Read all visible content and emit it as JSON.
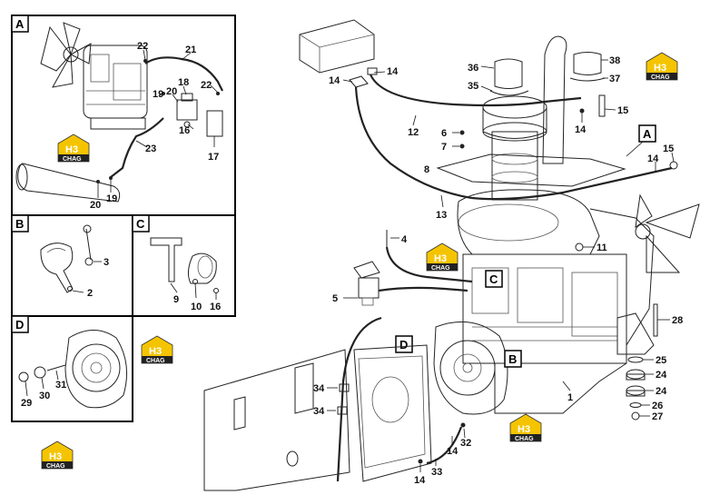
{
  "panels": [
    {
      "id": "A",
      "letter": "A"
    },
    {
      "id": "B",
      "letter": "B"
    },
    {
      "id": "C",
      "letter": "C"
    },
    {
      "id": "D",
      "letter": "D"
    }
  ],
  "callouts": {
    "A": "A",
    "B": "B",
    "C": "C",
    "D": "D"
  },
  "labels": {
    "a_22a": "22",
    "a_21": "21",
    "a_19a": "19",
    "a_20a": "20",
    "a_18": "18",
    "a_22b": "22",
    "a_16": "16",
    "a_17": "17",
    "a_23": "23",
    "a_20b": "20",
    "a_19b": "19",
    "b_3": "3",
    "b_2": "2",
    "c_9": "9",
    "c_10": "10",
    "c_16": "16",
    "d_29": "29",
    "d_30": "30",
    "d_31": "31",
    "m_14a": "14",
    "m_14b": "14",
    "m_36": "36",
    "m_35": "35",
    "m_38": "38",
    "m_37": "37",
    "m_15a": "15",
    "m_14c": "14",
    "m_12": "12",
    "m_6": "6",
    "m_7": "7",
    "m_8": "8",
    "m_14d": "14",
    "m_15b": "15",
    "m_13": "13",
    "m_4": "4",
    "m_11": "11",
    "m_5": "5",
    "m_28": "28",
    "m_25": "25",
    "m_24a": "24",
    "m_24b": "24",
    "m_26": "26",
    "m_27": "27",
    "m_1": "1",
    "m_34a": "34",
    "m_34b": "34",
    "m_32": "32",
    "m_14e": "14",
    "m_33": "33",
    "m_14f": "14"
  },
  "logo": {
    "mark": "H3",
    "text": "CHAG",
    "color": "#f5c400"
  }
}
